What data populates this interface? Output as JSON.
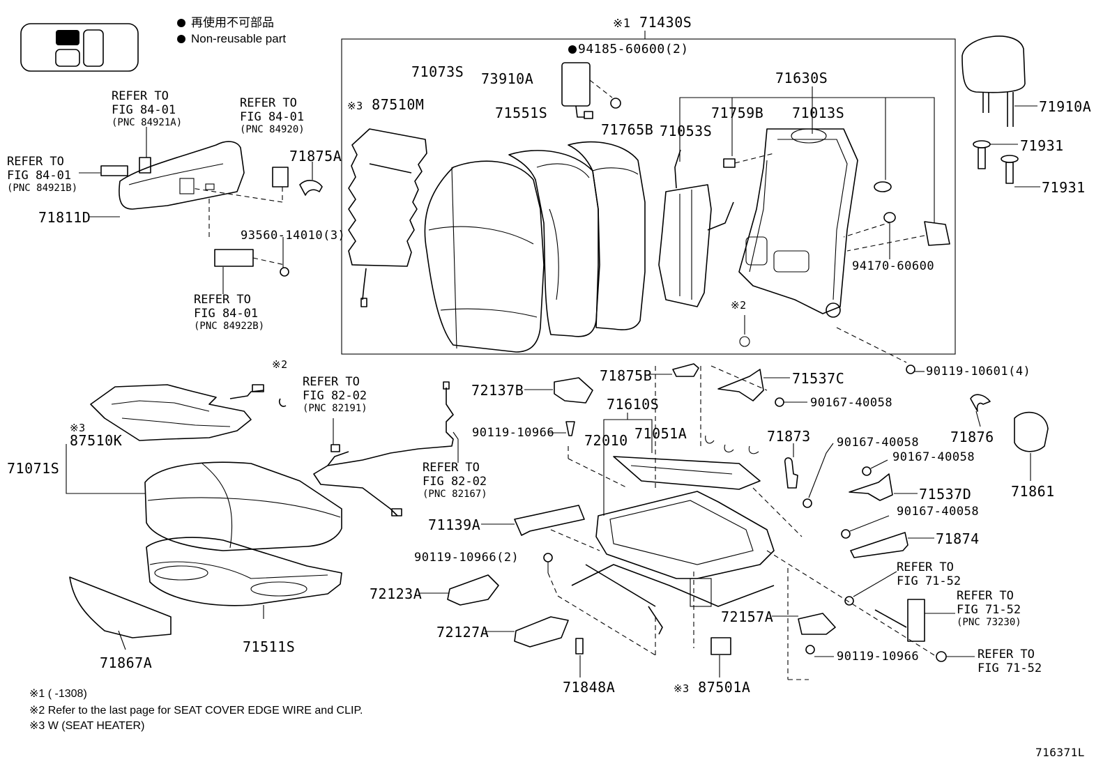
{
  "legend": {
    "line1": "再使用不可部品",
    "line2": "Non-reusable part"
  },
  "header": {
    "marker": "※1",
    "assembly": "71430S"
  },
  "labels": {
    "p94185": "94185-60600(2)",
    "p71073S": "71073S",
    "p73910A": "73910A",
    "p87510M_mark": "※3",
    "p87510M": "87510M",
    "p71551S": "71551S",
    "p71765B": "71765B",
    "p71630S": "71630S",
    "p71759B": "71759B",
    "p71013S": "71013S",
    "p71053S": "71053S",
    "p94170": "94170-60600",
    "p71910A": "71910A",
    "p71931a": "71931",
    "p71931b": "71931",
    "p71875A": "71875A",
    "p71811D": "71811D",
    "p93560": "93560-14010(3)",
    "p90119_4": "90119-10601(4)",
    "p71875B": "71875B",
    "p71537C": "71537C",
    "p90167a": "90167-40058",
    "p72137B": "72137B",
    "p71610S": "71610S",
    "p72010": "72010",
    "p71051A": "71051A",
    "p71873": "71873",
    "p90167b": "90167-40058",
    "p90167c": "90167-40058",
    "p71537D": "71537D",
    "p90167d": "90167-40058",
    "p71874": "71874",
    "p71876": "71876",
    "p71861": "71861",
    "p90119a": "90119-10966",
    "p87510K_mark": "※3",
    "p87510K": "87510K",
    "p71071S": "71071S",
    "p71139A": "71139A",
    "p90119_2": "90119-10966(2)",
    "p72123A": "72123A",
    "p72127A": "72127A",
    "p71848A": "71848A",
    "p87501A_mark": "※3",
    "p87501A": "87501A",
    "p72157A": "72157A",
    "p90119b": "90119-10966",
    "p71867A": "71867A",
    "p71511S": "71511S",
    "mark2_top": "※2",
    "mark2_left": "※2"
  },
  "refs": {
    "r1": {
      "l1": "REFER TO",
      "l2": "FIG 84-01",
      "l3": "(PNC 84921A)"
    },
    "r2": {
      "l1": "REFER TO",
      "l2": "FIG 84-01",
      "l3": "(PNC 84920)"
    },
    "r3": {
      "l1": "REFER TO",
      "l2": "FIG 84-01",
      "l3": "(PNC 84921B)"
    },
    "r4": {
      "l1": "REFER TO",
      "l2": "FIG 84-01",
      "l3": "(PNC 84922B)"
    },
    "r5": {
      "l1": "REFER TO",
      "l2": "FIG 82-02",
      "l3": "(PNC 82191)"
    },
    "r6": {
      "l1": "REFER TO",
      "l2": "FIG 82-02",
      "l3": "(PNC 82167)"
    },
    "r7": {
      "l1": "REFER TO",
      "l2": "FIG 71-52"
    },
    "r8": {
      "l1": "REFER TO",
      "l2": "FIG 71-52",
      "l3": "(PNC 73230)"
    },
    "r9": {
      "l1": "REFER TO",
      "l2": "FIG 71-52"
    }
  },
  "notes": {
    "n1": "※1 (        -1308)",
    "n2": "※2 Refer to the last page for SEAT COVER EDGE WIRE and CLIP.",
    "n3": "※3 W (SEAT HEATER)"
  },
  "figure_id": "716371L"
}
